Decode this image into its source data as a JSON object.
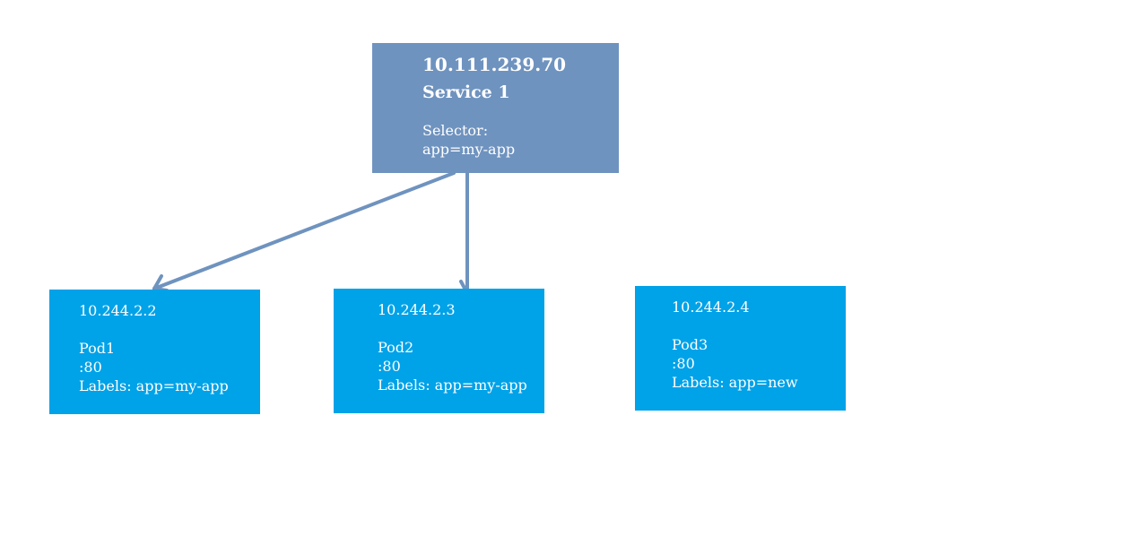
{
  "colors": {
    "service_fill": "#6f93bf",
    "pod_fill": "#00a2e8",
    "arrow": "#6f93bf",
    "text": "#ffffff"
  },
  "service": {
    "ip": "10.111.239.70",
    "name": "Service 1",
    "selector_label": "Selector:",
    "selector_value": "app=my-app"
  },
  "pods": [
    {
      "ip": "10.244.2.2",
      "name": "Pod1",
      "port": ":80",
      "labels": "Labels: app=my-app"
    },
    {
      "ip": "10.244.2.3",
      "name": "Pod2",
      "port": ":80",
      "labels": "Labels: app=my-app"
    },
    {
      "ip": "10.244.2.4",
      "name": "Pod3",
      "port": ":80",
      "labels": "Labels: app=new"
    }
  ],
  "connections": [
    {
      "from": "service",
      "to": "Pod1"
    },
    {
      "from": "service",
      "to": "Pod2"
    }
  ]
}
